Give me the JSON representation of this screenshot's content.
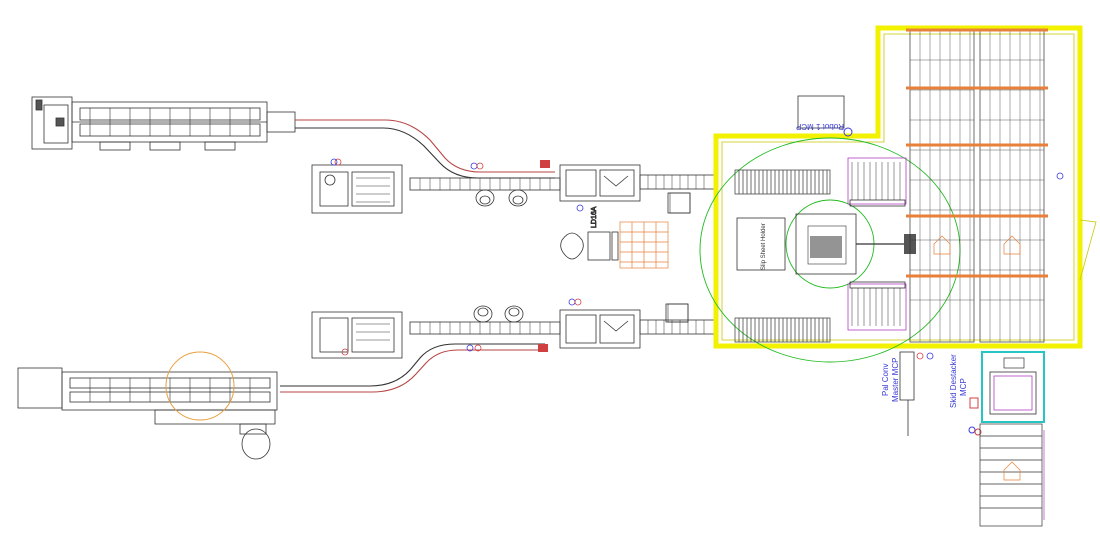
{
  "labels": {
    "robot_mcp": "Robot 1 MCP",
    "slip_sheet": "Slip Sheet Holder",
    "ld16": "LD16A",
    "pal_conv": "Pal Conv",
    "master_mcp": "Master MCP",
    "skid_destacker": "Skid Destacker",
    "skid_mcp": "MCP"
  },
  "colors": {
    "cell_fence": "#f2f200",
    "robot_reach": "#22bb22",
    "label_blue": "#3a3ad8",
    "accent_orange": "#e8803a",
    "skid_cyan": "#27c4c4",
    "curve_red": "#b84545",
    "line": "#333333"
  }
}
